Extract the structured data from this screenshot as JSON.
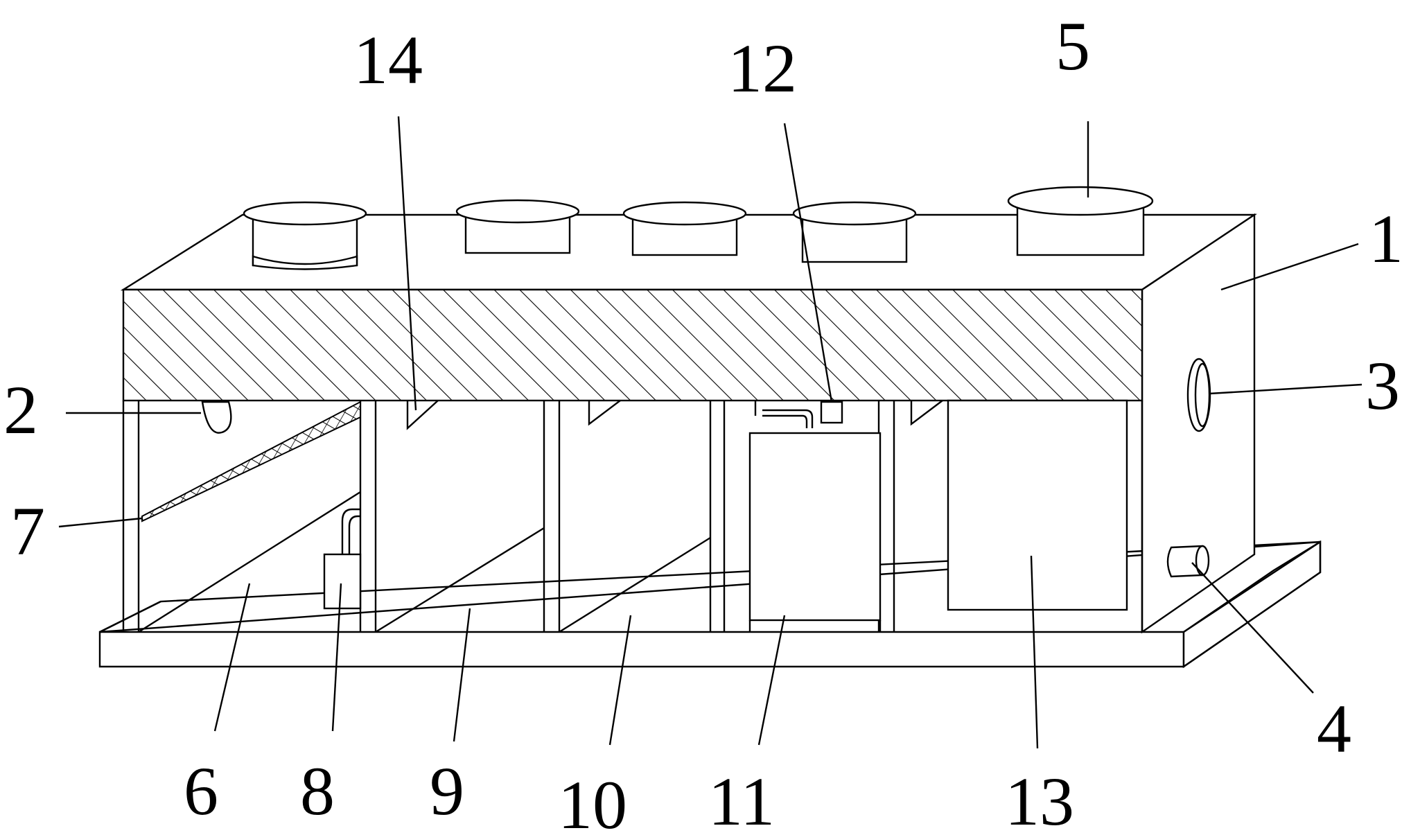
{
  "diagram": {
    "colors": {
      "stroke": "#000000",
      "background": "#ffffff"
    },
    "labels": [
      {
        "id": "1",
        "text": "1"
      },
      {
        "id": "2",
        "text": "2"
      },
      {
        "id": "3",
        "text": "3"
      },
      {
        "id": "4",
        "text": "4"
      },
      {
        "id": "5",
        "text": "5"
      },
      {
        "id": "6",
        "text": "6"
      },
      {
        "id": "7",
        "text": "7"
      },
      {
        "id": "8",
        "text": "8"
      },
      {
        "id": "9",
        "text": "9"
      },
      {
        "id": "10",
        "text": "10"
      },
      {
        "id": "11",
        "text": "11"
      },
      {
        "id": "12",
        "text": "12"
      },
      {
        "id": "13",
        "text": "13"
      },
      {
        "id": "14",
        "text": "14"
      }
    ]
  }
}
